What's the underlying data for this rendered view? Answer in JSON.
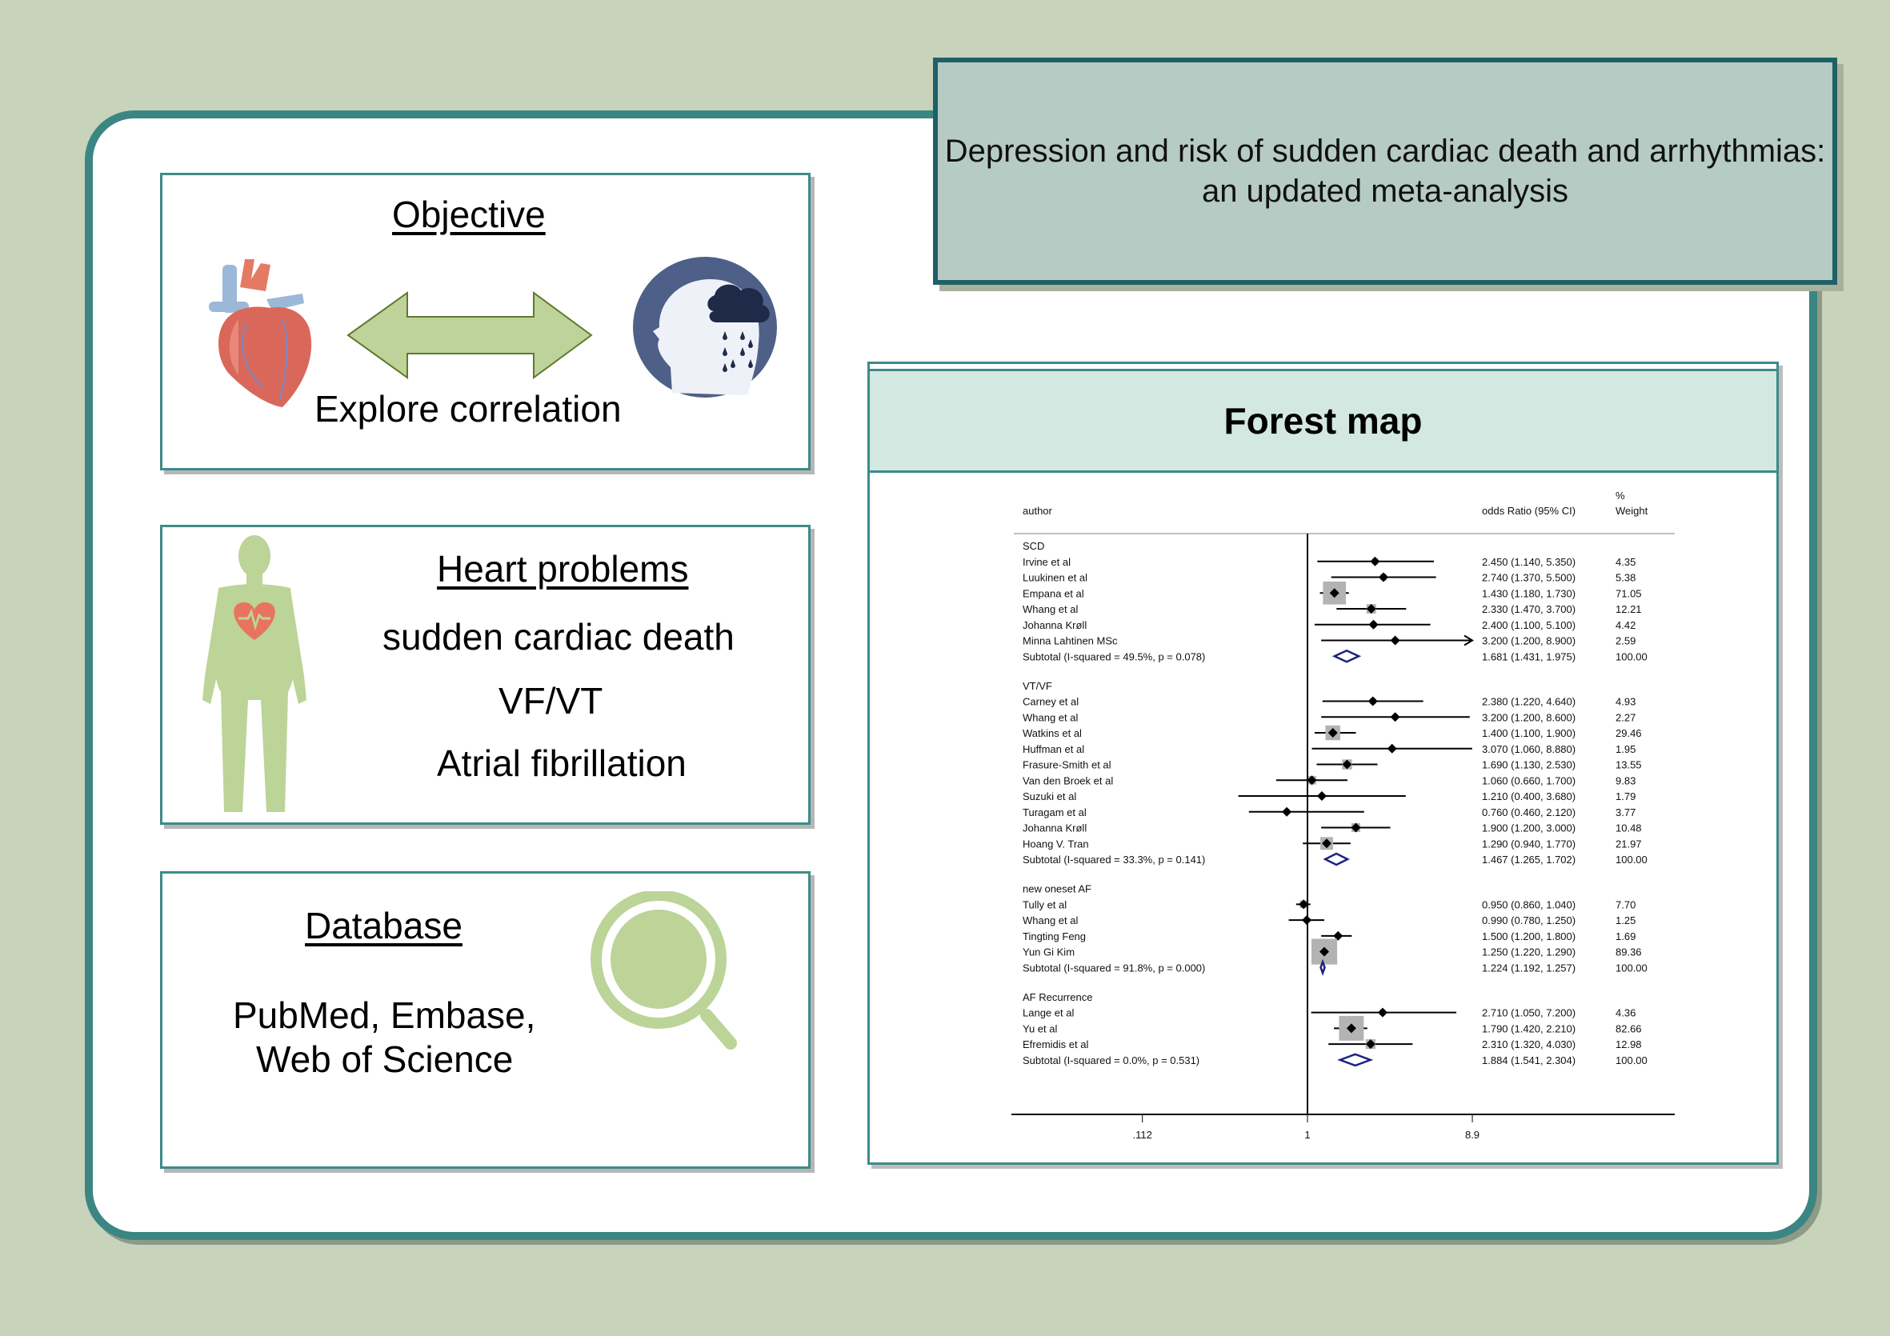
{
  "title": "Depression and risk of sudden cardiac death and arrhythmias: an updated meta-analysis",
  "objective": {
    "heading": "Objective",
    "caption": "Explore correlation",
    "icons": [
      "heart-anatomy-icon",
      "double-arrow-icon",
      "depressed-head-icon"
    ]
  },
  "heart_problems": {
    "heading": "Heart problems",
    "items": [
      "sudden cardiac death",
      "VF/VT",
      "Atrial fibrillation"
    ],
    "icon": "human-body-heart-icon"
  },
  "database": {
    "heading": "Database",
    "lines": [
      "PubMed, Embase,",
      "Web of Science"
    ],
    "icon": "magnifier-icon"
  },
  "forest": {
    "heading": "Forest map"
  },
  "chart_data": {
    "type": "forest",
    "scale": "log",
    "xticks": [
      ".112",
      "1",
      "8.9"
    ],
    "xtick_values": [
      0.112,
      1,
      8.9
    ],
    "null_line": 1,
    "columns": {
      "author": "author",
      "or": "odds Ratio (95% CI)",
      "weight_top": "%",
      "weight": "Weight"
    },
    "groups": [
      {
        "name": "SCD",
        "studies": [
          {
            "author": "Irvine et al",
            "or": 2.45,
            "lo": 1.14,
            "hi": 5.35,
            "label": "2.450 (1.140, 5.350)",
            "weight": "4.35"
          },
          {
            "author": "Luukinen et al",
            "or": 2.74,
            "lo": 1.37,
            "hi": 5.5,
            "label": "2.740 (1.370, 5.500)",
            "weight": "5.38"
          },
          {
            "author": "Empana et al",
            "or": 1.43,
            "lo": 1.18,
            "hi": 1.73,
            "label": "1.430 (1.180, 1.730)",
            "weight": "71.05"
          },
          {
            "author": "Whang et al",
            "or": 2.33,
            "lo": 1.47,
            "hi": 3.7,
            "label": "2.330 (1.470, 3.700)",
            "weight": "12.21"
          },
          {
            "author": "Johanna Krøll",
            "or": 2.4,
            "lo": 1.1,
            "hi": 5.1,
            "label": "2.400 (1.100, 5.100)",
            "weight": "4.42"
          },
          {
            "author": "Minna Lahtinen MSc",
            "or": 3.2,
            "lo": 1.2,
            "hi": 8.9,
            "label": "3.200 (1.200, 8.900)",
            "weight": "2.59",
            "arrow": true
          }
        ],
        "subtotal": {
          "text": "Subtotal  (I-squared = 49.5%, p = 0.078)",
          "or": 1.681,
          "lo": 1.431,
          "hi": 1.975,
          "label": "1.681 (1.431, 1.975)",
          "weight": "100.00"
        }
      },
      {
        "name": "VT/VF",
        "studies": [
          {
            "author": "Carney et al",
            "or": 2.38,
            "lo": 1.22,
            "hi": 4.64,
            "label": "2.380 (1.220, 4.640)",
            "weight": "4.93"
          },
          {
            "author": "Whang et al",
            "or": 3.2,
            "lo": 1.2,
            "hi": 8.6,
            "label": "3.200 (1.200, 8.600)",
            "weight": "2.27"
          },
          {
            "author": "Watkins et al",
            "or": 1.4,
            "lo": 1.1,
            "hi": 1.9,
            "label": "1.400 (1.100, 1.900)",
            "weight": "29.46"
          },
          {
            "author": "Huffman et al",
            "or": 3.07,
            "lo": 1.06,
            "hi": 8.88,
            "label": "3.070 (1.060, 8.880)",
            "weight": "1.95"
          },
          {
            "author": "Frasure-Smith et al",
            "or": 1.69,
            "lo": 1.13,
            "hi": 2.53,
            "label": "1.690 (1.130, 2.530)",
            "weight": "13.55"
          },
          {
            "author": "Van den Broek et al",
            "or": 1.06,
            "lo": 0.66,
            "hi": 1.7,
            "label": "1.060 (0.660, 1.700)",
            "weight": "9.83"
          },
          {
            "author": "Suzuki et al",
            "or": 1.21,
            "lo": 0.4,
            "hi": 3.68,
            "label": "1.210 (0.400, 3.680)",
            "weight": "1.79"
          },
          {
            "author": "Turagam et al",
            "or": 0.76,
            "lo": 0.46,
            "hi": 2.12,
            "label": "0.760 (0.460, 2.120)",
            "weight": "3.77"
          },
          {
            "author": "Johanna Krøll",
            "or": 1.9,
            "lo": 1.2,
            "hi": 3.0,
            "label": "1.900 (1.200, 3.000)",
            "weight": "10.48"
          },
          {
            "author": "Hoang V. Tran",
            "or": 1.29,
            "lo": 0.94,
            "hi": 1.77,
            "label": "1.290 (0.940, 1.770)",
            "weight": "21.97"
          }
        ],
        "subtotal": {
          "text": "Subtotal  (I-squared = 33.3%, p = 0.141)",
          "or": 1.467,
          "lo": 1.265,
          "hi": 1.702,
          "label": "1.467 (1.265, 1.702)",
          "weight": "100.00"
        }
      },
      {
        "name": "new oneset AF",
        "studies": [
          {
            "author": "Tully et al",
            "or": 0.95,
            "lo": 0.86,
            "hi": 1.04,
            "label": "0.950 (0.860, 1.040)",
            "weight": "7.70"
          },
          {
            "author": "Whang et al",
            "or": 0.99,
            "lo": 0.78,
            "hi": 1.25,
            "label": "0.990 (0.780, 1.250)",
            "weight": "1.25"
          },
          {
            "author": "Tingting Feng",
            "or": 1.5,
            "lo": 1.2,
            "hi": 1.8,
            "label": "1.500 (1.200, 1.800)",
            "weight": "1.69"
          },
          {
            "author": "Yun Gi Kim",
            "or": 1.25,
            "lo": 1.22,
            "hi": 1.29,
            "label": "1.250 (1.220, 1.290)",
            "weight": "89.36"
          }
        ],
        "subtotal": {
          "text": "Subtotal  (I-squared = 91.8%, p = 0.000)",
          "or": 1.224,
          "lo": 1.192,
          "hi": 1.257,
          "label": "1.224 (1.192, 1.257)",
          "weight": "100.00"
        }
      },
      {
        "name": "AF Recurrence",
        "studies": [
          {
            "author": "Lange et al",
            "or": 2.71,
            "lo": 1.05,
            "hi": 7.2,
            "label": "2.710 (1.050, 7.200)",
            "weight": "4.36"
          },
          {
            "author": "Yu et al",
            "or": 1.79,
            "lo": 1.42,
            "hi": 2.21,
            "label": "1.790 (1.420, 2.210)",
            "weight": "82.66"
          },
          {
            "author": "Efremidis et al",
            "or": 2.31,
            "lo": 1.32,
            "hi": 4.03,
            "label": "2.310 (1.320, 4.030)",
            "weight": "12.98"
          }
        ],
        "subtotal": {
          "text": "Subtotal  (I-squared = 0.0%, p = 0.531)",
          "or": 1.884,
          "lo": 1.541,
          "hi": 2.304,
          "label": "1.884 (1.541, 2.304)",
          "weight": "100.00"
        }
      }
    ],
    "colors": {
      "point": "#000000",
      "weight_box": "#b3b3b3",
      "diamond": "#1a237e"
    }
  }
}
